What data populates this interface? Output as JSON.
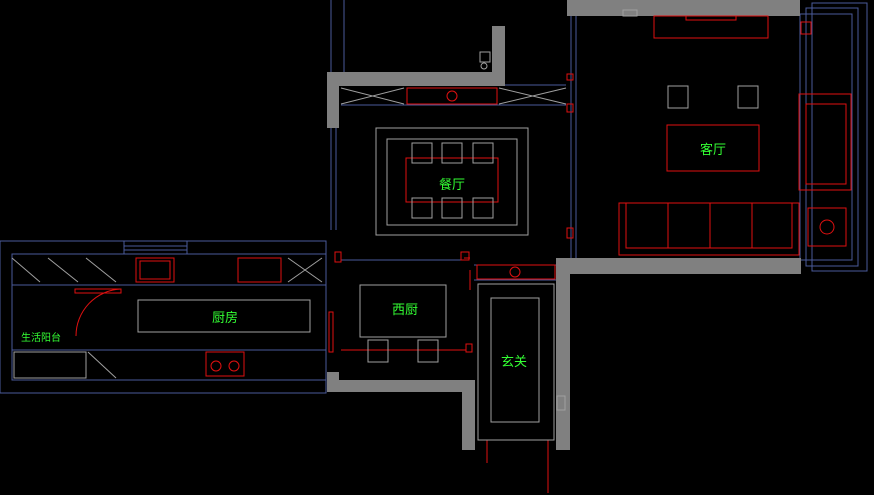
{
  "rooms": {
    "living": "客厅",
    "dining": "餐厅",
    "kitchen": "厨房",
    "western_kitchen": "西厨",
    "entry": "玄关",
    "balcony": "生活阳台"
  },
  "colors": {
    "background": "#000000",
    "wall": "#808080",
    "outline": "#4a5a9a",
    "furniture": "#e01010",
    "label": "#33ff33",
    "fixture": "#c0c0c0"
  }
}
